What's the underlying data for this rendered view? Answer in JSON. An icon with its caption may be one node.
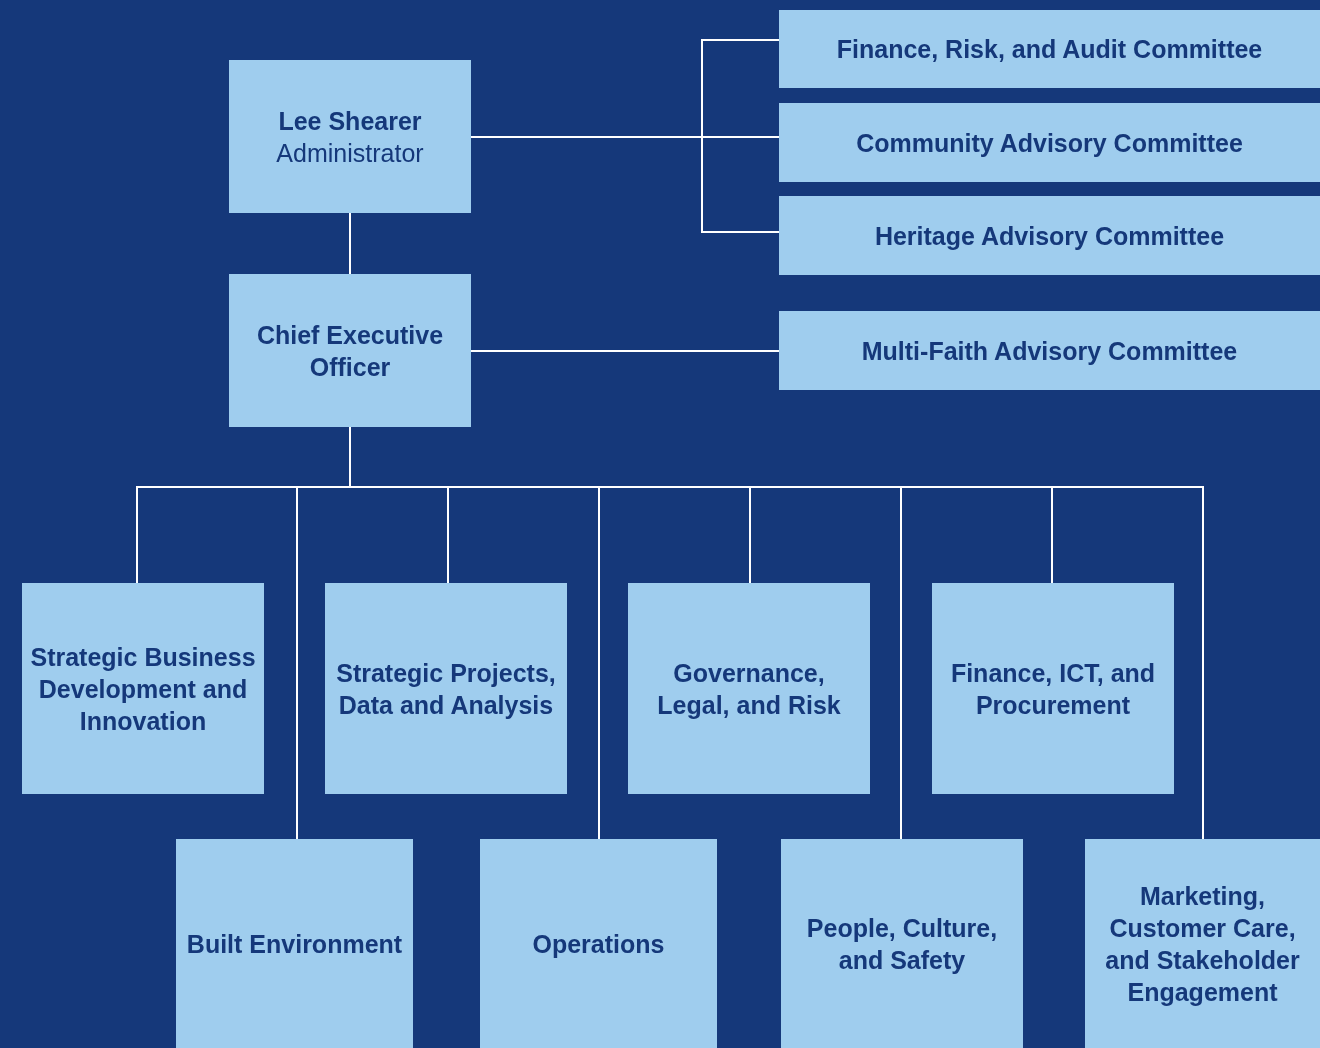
{
  "diagram": {
    "nodes": [
      {
        "text": [
          "Lee Shearer",
          "Administrator"
        ]
      },
      {
        "text": [
          "Chief Executive Officer"
        ]
      },
      {
        "text": [
          "Finance, Risk, and Audit Committee"
        ]
      },
      {
        "text": [
          "Community Advisory Committee"
        ]
      },
      {
        "text": [
          "Heritage Advisory Committee"
        ]
      },
      {
        "text": [
          "Multi-Faith Advisory Committee"
        ]
      },
      {
        "text": [
          "Strategic Business Development and Innovation"
        ]
      },
      {
        "text": [
          "Built Environment"
        ]
      },
      {
        "text": [
          "Strategic Projects, Data and Analysis"
        ]
      },
      {
        "text": [
          "Operations"
        ]
      },
      {
        "text": [
          "Governance, Legal, and Risk"
        ]
      },
      {
        "text": [
          "People, Culture, and Safety"
        ]
      },
      {
        "text": [
          "Finance, ICT, and Procurement"
        ]
      },
      {
        "text": [
          "Marketing, Customer Care, and Stakeholder Engagement"
        ]
      }
    ],
    "edges": [
      {
        "from": 0,
        "to": 1,
        "arrow": "none"
      },
      {
        "from": 0,
        "to": 2,
        "arrow": "none"
      },
      {
        "from": 0,
        "to": 3,
        "arrow": "none"
      },
      {
        "from": 0,
        "to": 4,
        "arrow": "none"
      },
      {
        "from": 1,
        "to": 5,
        "arrow": "none"
      },
      {
        "from": 1,
        "to": 6,
        "arrow": "none"
      },
      {
        "from": 1,
        "to": 7,
        "arrow": "none"
      },
      {
        "from": 1,
        "to": 8,
        "arrow": "none"
      },
      {
        "from": 1,
        "to": 9,
        "arrow": "none"
      },
      {
        "from": 1,
        "to": 10,
        "arrow": "none"
      },
      {
        "from": 1,
        "to": 11,
        "arrow": "none"
      },
      {
        "from": 1,
        "to": 12,
        "arrow": "none"
      },
      {
        "from": 1,
        "to": 13,
        "arrow": "none"
      }
    ]
  }
}
